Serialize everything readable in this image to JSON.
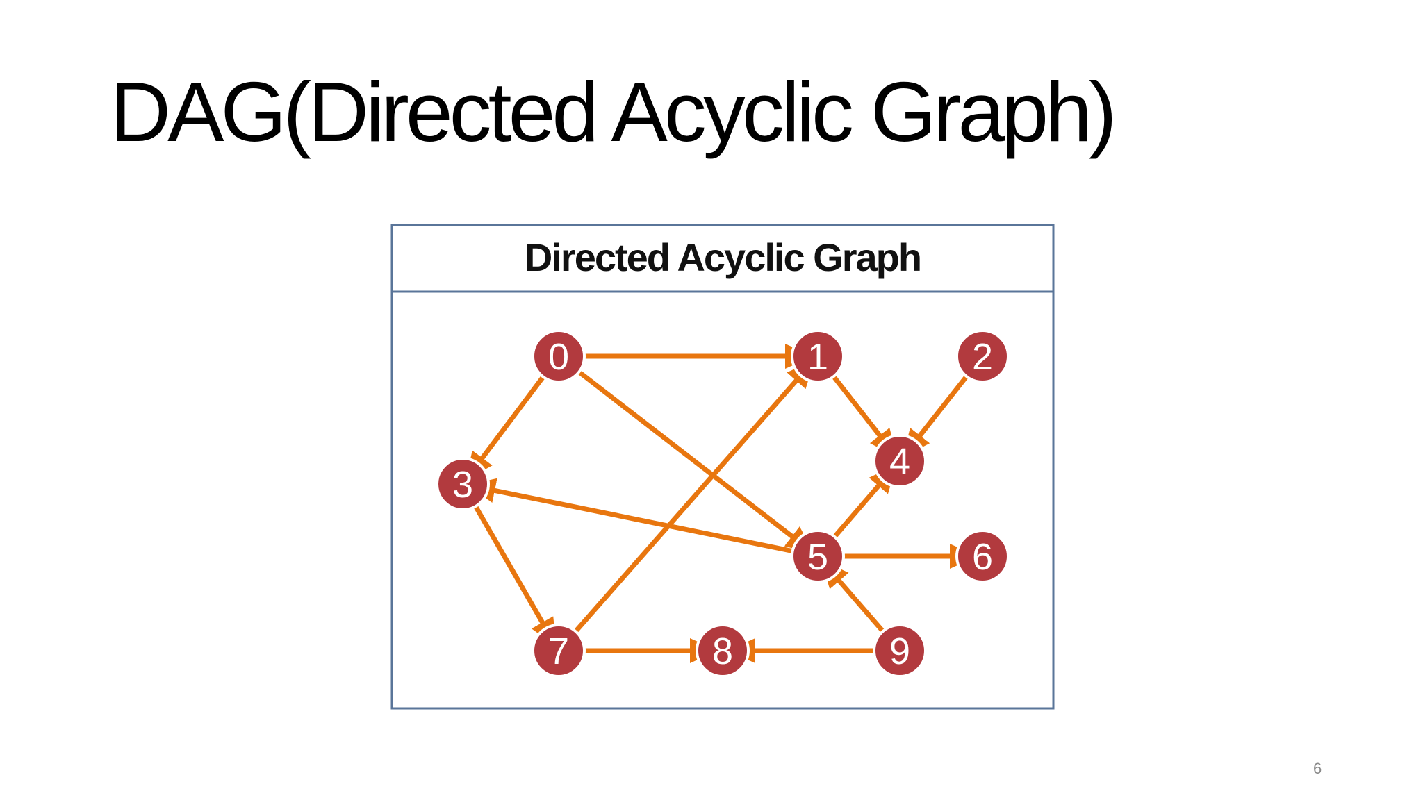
{
  "slide": {
    "title": "DAG(Directed Acyclic Graph)",
    "page_number": "6"
  },
  "figure": {
    "title": "Directed Acyclic Graph",
    "colors": {
      "edge": "#e8760f",
      "node_fill": "#b23a3e",
      "node_stroke": "#ffffff",
      "label": "#ffffff",
      "frame": "#5a7599"
    },
    "nodes": [
      {
        "id": "0",
        "label": "0"
      },
      {
        "id": "1",
        "label": "1"
      },
      {
        "id": "2",
        "label": "2"
      },
      {
        "id": "3",
        "label": "3"
      },
      {
        "id": "4",
        "label": "4"
      },
      {
        "id": "5",
        "label": "5"
      },
      {
        "id": "6",
        "label": "6"
      },
      {
        "id": "7",
        "label": "7"
      },
      {
        "id": "8",
        "label": "8"
      },
      {
        "id": "9",
        "label": "9"
      }
    ],
    "edges": [
      {
        "from": "0",
        "to": "1"
      },
      {
        "from": "0",
        "to": "3"
      },
      {
        "from": "0",
        "to": "5"
      },
      {
        "from": "1",
        "to": "4"
      },
      {
        "from": "2",
        "to": "4"
      },
      {
        "from": "3",
        "to": "7"
      },
      {
        "from": "7",
        "to": "1"
      },
      {
        "from": "7",
        "to": "8"
      },
      {
        "from": "5",
        "to": "3"
      },
      {
        "from": "5",
        "to": "4"
      },
      {
        "from": "5",
        "to": "6"
      },
      {
        "from": "9",
        "to": "5"
      },
      {
        "from": "9",
        "to": "8"
      }
    ]
  }
}
